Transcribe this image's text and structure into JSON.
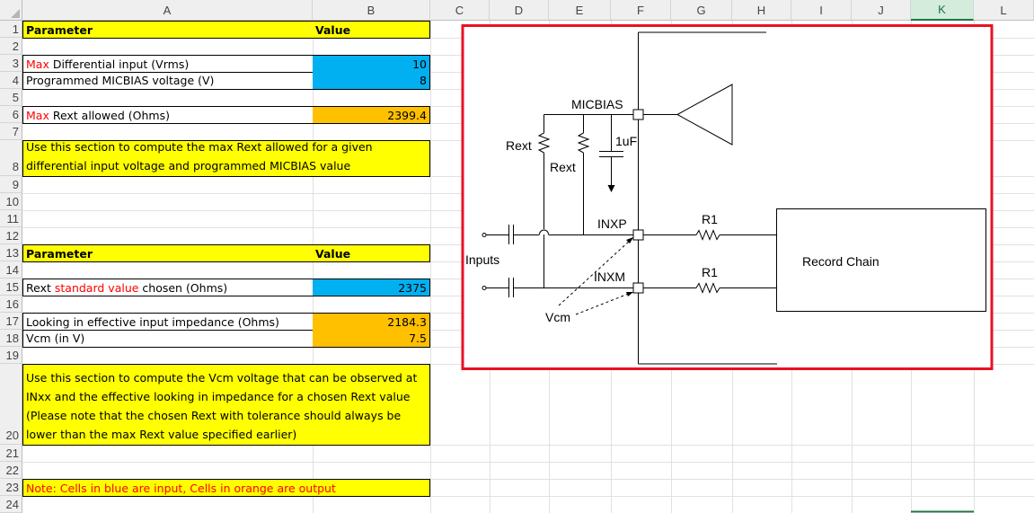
{
  "columns": [
    "A",
    "B",
    "C",
    "D",
    "E",
    "F",
    "G",
    "H",
    "I",
    "J",
    "K",
    "L"
  ],
  "selected_column": "K",
  "rows": [
    "1",
    "2",
    "3",
    "4",
    "5",
    "6",
    "7",
    "8",
    "9",
    "10",
    "11",
    "12",
    "13",
    "14",
    "15",
    "16",
    "17",
    "18",
    "19",
    "20",
    "21",
    "22",
    "23",
    "24"
  ],
  "section1": {
    "header_param": "Parameter",
    "header_value": "Value",
    "max_diff_prefix": "Max",
    "max_diff_label": " Differential input (Vrms)",
    "max_diff_value": "10",
    "micbias_label": "Programmed MICBIAS voltage (V)",
    "micbias_value": "8",
    "max_rext_prefix": "Max",
    "max_rext_label": " Rext allowed (Ohms)",
    "max_rext_value": "2399.4",
    "note": "Use this section to compute the max Rext allowed for  a given differential input voltage and programmed MICBIAS value"
  },
  "section2": {
    "header_param": "Parameter",
    "header_value": "Value",
    "rext_prefix": "Rext ",
    "rext_red": "standard value",
    "rext_suffix": " chosen (Ohms)",
    "rext_value": "2375",
    "impedance_label": "Looking in effective input  impedance (Ohms)",
    "impedance_value": "2184.3",
    "vcm_label": "Vcm (in V)",
    "vcm_value": "7.5",
    "note": "Use this section to compute the Vcm voltage that can be observed at INxx and the effective looking in impedance for a chosen Rext value (Please note that the chosen Rext with tolerance should always be lower than the max Rext value specified earlier)"
  },
  "footnote": "Note: Cells in blue are input, Cells in orange are output",
  "diagram": {
    "micbias": "MICBIAS",
    "rext_left": "Rext",
    "rext_right": "Rext",
    "cap": "1uF",
    "inxp": "INXP",
    "inxm": "INXM",
    "r1_top": "R1",
    "r1_bottom": "R1",
    "inputs": "Inputs",
    "vcm": "Vcm",
    "record_chain": "Record Chain",
    "frame_color": "#e81123"
  }
}
